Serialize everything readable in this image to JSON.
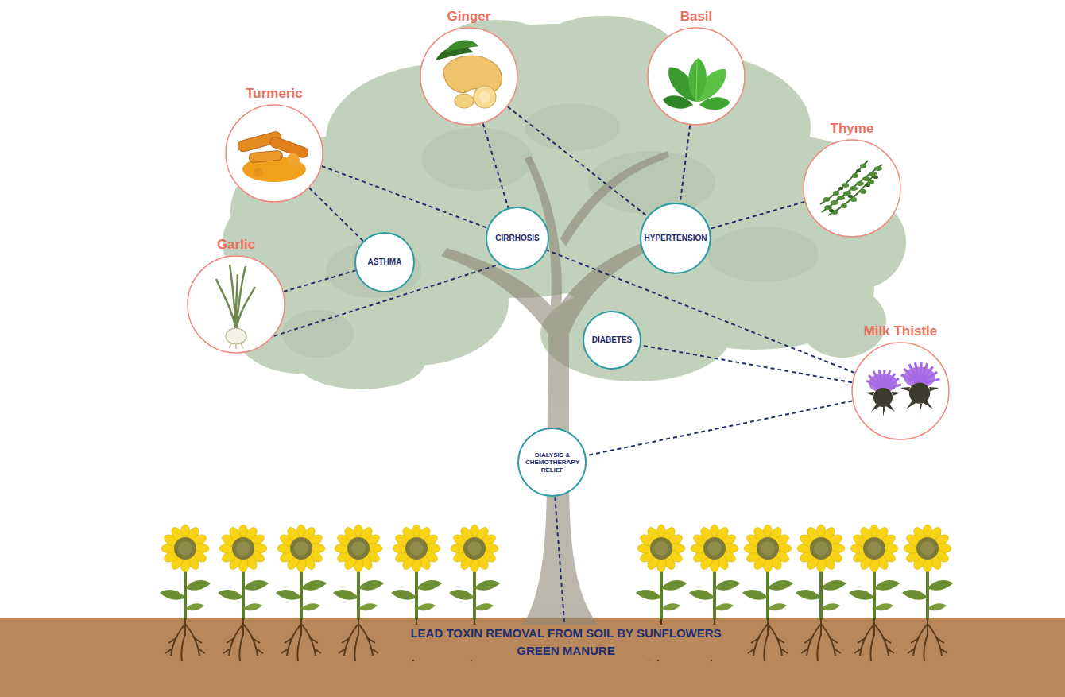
{
  "diagram": {
    "nodes": [
      {
        "text": [
          "Ginger"
        ]
      },
      {
        "text": [
          "Basil"
        ]
      },
      {
        "text": [
          "Turmeric"
        ]
      },
      {
        "text": [
          "Thyme"
        ]
      },
      {
        "text": [
          "Garlic"
        ]
      },
      {
        "text": [
          "CIRRHOSIS"
        ]
      },
      {
        "text": [
          "HYPERTENSION"
        ]
      },
      {
        "text": [
          "ASTHMA"
        ]
      },
      {
        "text": [
          "DIABETES"
        ]
      },
      {
        "text": [
          "Milk Thistle"
        ]
      },
      {
        "text": [
          "DIALYSIS & CHEMOTHERAPY RELIEF"
        ]
      },
      {
        "text": [
          "LEAD TOXIN REMOVAL FROM SOIL BY SUNFLOWERS GREEN MANURE"
        ]
      }
    ],
    "edges": [
      {
        "from": 2,
        "to": 7,
        "arrow": "none"
      },
      {
        "from": 2,
        "to": 5,
        "arrow": "none"
      },
      {
        "from": 0,
        "to": 5,
        "arrow": "none"
      },
      {
        "from": 0,
        "to": 6,
        "arrow": "none"
      },
      {
        "from": 1,
        "to": 6,
        "arrow": "none"
      },
      {
        "from": 3,
        "to": 6,
        "arrow": "none"
      },
      {
        "from": 4,
        "to": 7,
        "arrow": "none"
      },
      {
        "from": 4,
        "to": 5,
        "arrow": "none"
      },
      {
        "from": 9,
        "to": 5,
        "arrow": "none"
      },
      {
        "from": 9,
        "to": 8,
        "arrow": "none"
      },
      {
        "from": 9,
        "to": 10,
        "arrow": "none"
      },
      {
        "from": 10,
        "to": 11,
        "arrow": "none"
      }
    ]
  }
}
